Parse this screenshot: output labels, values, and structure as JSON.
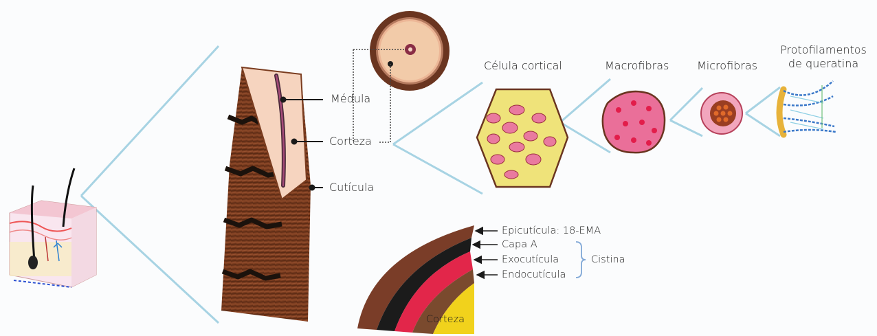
{
  "labels": {
    "medula": "Médula",
    "corteza": "Corteza",
    "cuticula": "Cutícula",
    "celula_cortical": "Célula cortical",
    "macrofibras": "Macrofibras",
    "microfibras": "Microfibras",
    "protofilamentos_line1": "Protofilamentos",
    "protofilamentos_line2": "de queratina",
    "epicuticula": "Epicutícula: 18-EMA",
    "capa_a": "Capa A",
    "exocuticula": "Exocutícula",
    "endocuticula": "Endocutícula",
    "cistina": "Cistina",
    "corteza_detail": "Corteza"
  },
  "colors": {
    "connector_lines": "#a7d3e3",
    "leader_lines": "#1a1a1a",
    "hair_brown": "#7a3c1f",
    "hair_dark": "#2b1a12",
    "medulla_pink": "#f6d4bf",
    "cell_yellow": "#efe37a",
    "granule_pink": "#e97a9f",
    "macrofibril_pink": "#ea6f99",
    "microfibril_brown": "#9a3e22",
    "keratin_blue": "#3a78c9",
    "cuticle_red": "#e2264a",
    "cuticle_black": "#1b1b1b",
    "cuticle_brown": "#7a3d28",
    "cortex_yellow": "#f1d21c",
    "bracket_blue": "#7fa7d6"
  }
}
